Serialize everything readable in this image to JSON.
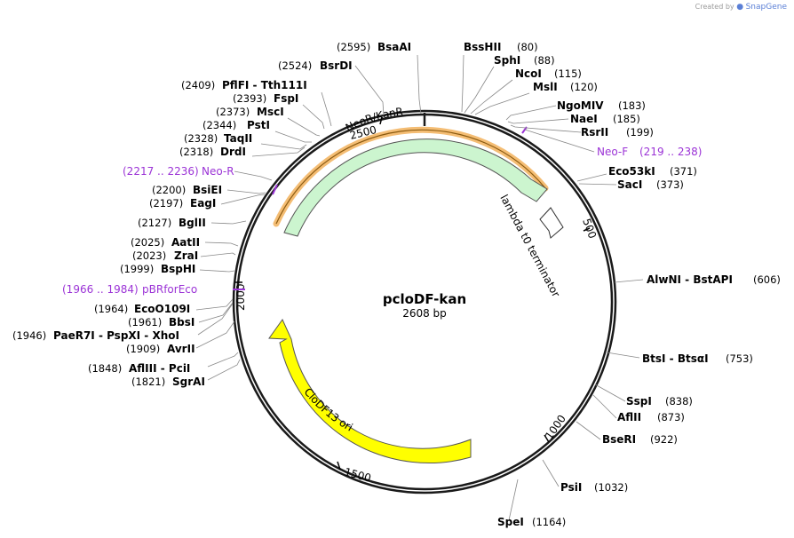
{
  "watermark": {
    "prefix": "Created by",
    "brand": "SnapGene"
  },
  "plasmid": {
    "name": "pcloDF-kan",
    "size_label": "2608 bp"
  },
  "colors": {
    "backbone": "#1a1a1a",
    "neor_fill": "#ccf5cf",
    "ori_fill": "#ffff00",
    "primer": "#9b33d6",
    "highlight": "#f2b15c"
  },
  "features": [
    {
      "id": "neor",
      "label": "NeoR/KanR"
    },
    {
      "id": "terminator",
      "label": "lambda t0 terminator"
    },
    {
      "id": "ori",
      "label": "CloDF13 ori"
    }
  ],
  "ticks": [
    "500",
    "1000",
    "1500",
    "2000",
    "2500"
  ],
  "sites": [
    {
      "id": "bsaai",
      "name": "BsaAI",
      "pos": "(2595)"
    },
    {
      "id": "bsshii",
      "name": "BssHII",
      "pos": "(80)"
    },
    {
      "id": "sphi",
      "name": "SphI",
      "pos": "(88)"
    },
    {
      "id": "ncoi",
      "name": "NcoI",
      "pos": "(115)"
    },
    {
      "id": "msli",
      "name": "MslI",
      "pos": "(120)"
    },
    {
      "id": "ngomiv",
      "name": "NgoMIV",
      "pos": "(183)"
    },
    {
      "id": "naei",
      "name": "NaeI",
      "pos": "(185)"
    },
    {
      "id": "rsrii",
      "name": "RsrII",
      "pos": "(199)"
    },
    {
      "id": "eco53ki",
      "name": "Eco53kI",
      "pos": "(371)"
    },
    {
      "id": "saci",
      "name": "SacI",
      "pos": "(373)"
    },
    {
      "id": "alwni",
      "name": "AlwNI - BstAPI",
      "pos": "(606)"
    },
    {
      "id": "btsi",
      "name": "BtsI - BtsαI",
      "pos": "(753)"
    },
    {
      "id": "sspi",
      "name": "SspI",
      "pos": "(838)"
    },
    {
      "id": "aflii",
      "name": "AflII",
      "pos": "(873)"
    },
    {
      "id": "bseri",
      "name": "BseRI",
      "pos": "(922)"
    },
    {
      "id": "psii",
      "name": "PsiI",
      "pos": "(1032)"
    },
    {
      "id": "spei",
      "name": "SpeI",
      "pos": "(1164)"
    },
    {
      "id": "bsrdi",
      "name": "BsrDI",
      "pos": "(2524)"
    },
    {
      "id": "pflfi",
      "name": "PflFI - Tth111I",
      "pos": "(2409)"
    },
    {
      "id": "fspi",
      "name": "FspI",
      "pos": "(2393)"
    },
    {
      "id": "msci",
      "name": "MscI",
      "pos": "(2373)"
    },
    {
      "id": "psti",
      "name": "PstI",
      "pos": "(2344)"
    },
    {
      "id": "taqii",
      "name": "TaqII",
      "pos": "(2328)"
    },
    {
      "id": "drdi",
      "name": "DrdI",
      "pos": "(2318)"
    },
    {
      "id": "bsiei",
      "name": "BsiEI",
      "pos": "(2200)"
    },
    {
      "id": "eagi",
      "name": "EagI",
      "pos": "(2197)"
    },
    {
      "id": "bglii",
      "name": "BglII",
      "pos": "(2127)"
    },
    {
      "id": "aatii",
      "name": "AatII",
      "pos": "(2025)"
    },
    {
      "id": "zrai",
      "name": "ZraI",
      "pos": "(2023)"
    },
    {
      "id": "bsphi",
      "name": "BspHI",
      "pos": "(1999)"
    },
    {
      "id": "eco0109i",
      "name": "EcoO109I",
      "pos": "(1964)"
    },
    {
      "id": "bbsi",
      "name": "BbsI",
      "pos": "(1961)"
    },
    {
      "id": "paer7i",
      "name": "PaeR7I - PspXI - XhoI",
      "pos": "(1946)"
    },
    {
      "id": "avrii",
      "name": "AvrII",
      "pos": "(1909)"
    },
    {
      "id": "afliii",
      "name": "AflIII - PciI",
      "pos": "(1848)"
    },
    {
      "id": "sgrai",
      "name": "SgrAI",
      "pos": "(1821)"
    }
  ],
  "primers": [
    {
      "id": "neof",
      "name": "Neo-F",
      "range": "(219 .. 238)"
    },
    {
      "id": "neor-primer",
      "name": "Neo-R",
      "range": "(2217 .. 2236)"
    },
    {
      "id": "pbrforeco",
      "name": "pBRforEco",
      "range": "(1966 .. 1984)"
    }
  ]
}
